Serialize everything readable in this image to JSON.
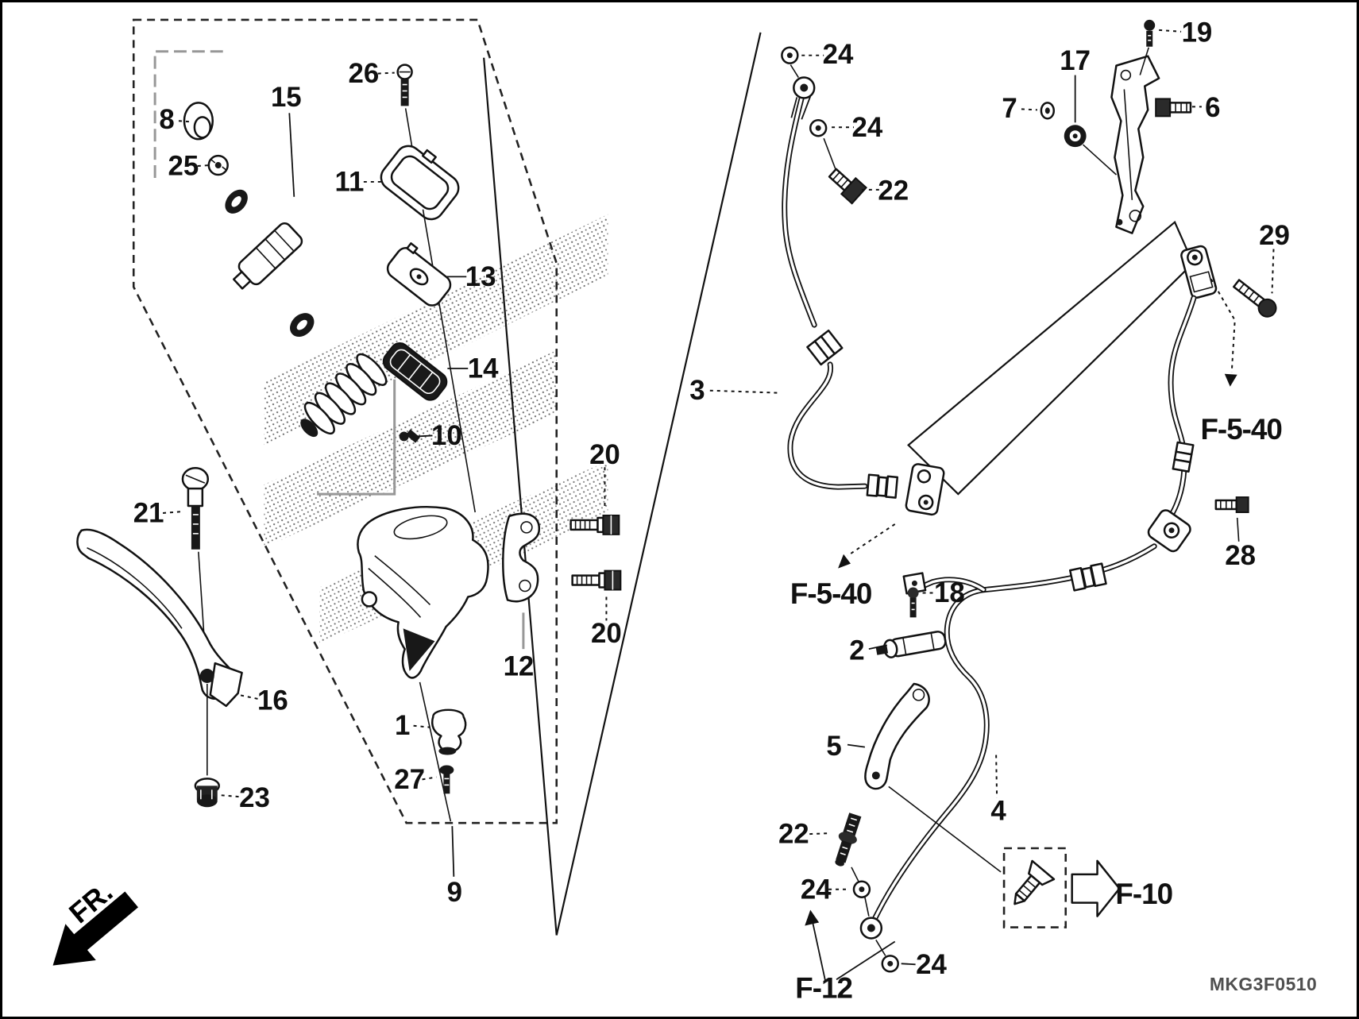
{
  "diagram": {
    "code": "MKG3F0510",
    "direction_label": "FR.",
    "refs": {
      "f540a": "F-5-40",
      "f540b": "F-5-40",
      "f10": "F-10",
      "f12": "F-12"
    },
    "callouts": {
      "c1": "1",
      "c2": "2",
      "c3": "3",
      "c4": "4",
      "c5": "5",
      "c6": "6",
      "c7": "7",
      "c8": "8",
      "c9": "9",
      "c10": "10",
      "c11": "11",
      "c12": "12",
      "c13": "13",
      "c14": "14",
      "c15": "15",
      "c16": "16",
      "c17": "17",
      "c18": "18",
      "c19": "19",
      "c20a": "20",
      "c20b": "20",
      "c21": "21",
      "c22a": "22",
      "c22b": "22",
      "c23": "23",
      "c24a": "24",
      "c24b": "24",
      "c24c": "24",
      "c24d": "24",
      "c25": "25",
      "c26": "26",
      "c27": "27",
      "c28": "28",
      "c29": "29"
    }
  }
}
